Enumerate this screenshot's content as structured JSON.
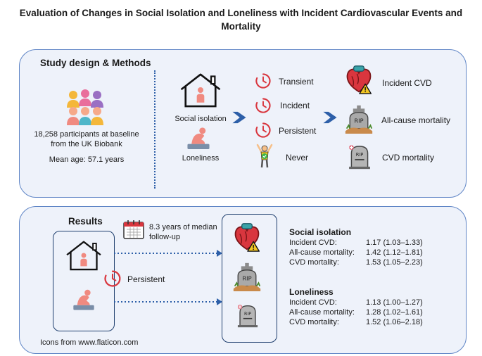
{
  "title": "Evaluation of Changes in Social Isolation and Loneliness with Incident Cardiovascular Events and Mortality",
  "design": {
    "heading": "Study design & Methods",
    "participants": "18,258 participants at baseline from the UK Biobank",
    "mean_age": "Mean age: 57.1 years",
    "exposures": [
      "Social isolation",
      "Loneliness"
    ],
    "patterns": [
      "Transient",
      "Incident",
      "Persistent",
      "Never"
    ],
    "outcomes": [
      "Incident CVD",
      "All-cause mortality",
      "CVD mortality"
    ]
  },
  "results": {
    "heading": "Results",
    "followup": "8.3 years of median follow-up",
    "persistent": "Persistent",
    "credit": "Icons from www.flaticon.com",
    "groups": [
      {
        "title": "Social isolation",
        "rows": [
          {
            "label": "Incident CVD:",
            "value": "1.17 (1.03–1.33)"
          },
          {
            "label": "All-cause mortality:",
            "value": "1.42 (1.12–1.81)"
          },
          {
            "label": "CVD mortality:",
            "value": "1.53 (1.05–2.23)"
          }
        ]
      },
      {
        "title": "Loneliness",
        "rows": [
          {
            "label": "Incident CVD:",
            "value": "1.13 (1.00–1.27)"
          },
          {
            "label": "All-cause mortality:",
            "value": "1.28 (1.02–1.61)"
          },
          {
            "label": "CVD mortality:",
            "value": "1.52 (1.06–2.18)"
          }
        ]
      }
    ]
  },
  "colors": {
    "border": "#5f85c6",
    "panel_bg": "#eef2fa",
    "arrow": "#2d5fa8",
    "red": "#d9363e",
    "person": "#f08a80"
  },
  "icons": [
    "people-group-icon",
    "house-person-icon",
    "sad-person-icon",
    "clock-icon",
    "cheering-person-icon",
    "heart-icon",
    "tombstone-icon",
    "calendar-icon",
    "chevron-right-icon"
  ]
}
